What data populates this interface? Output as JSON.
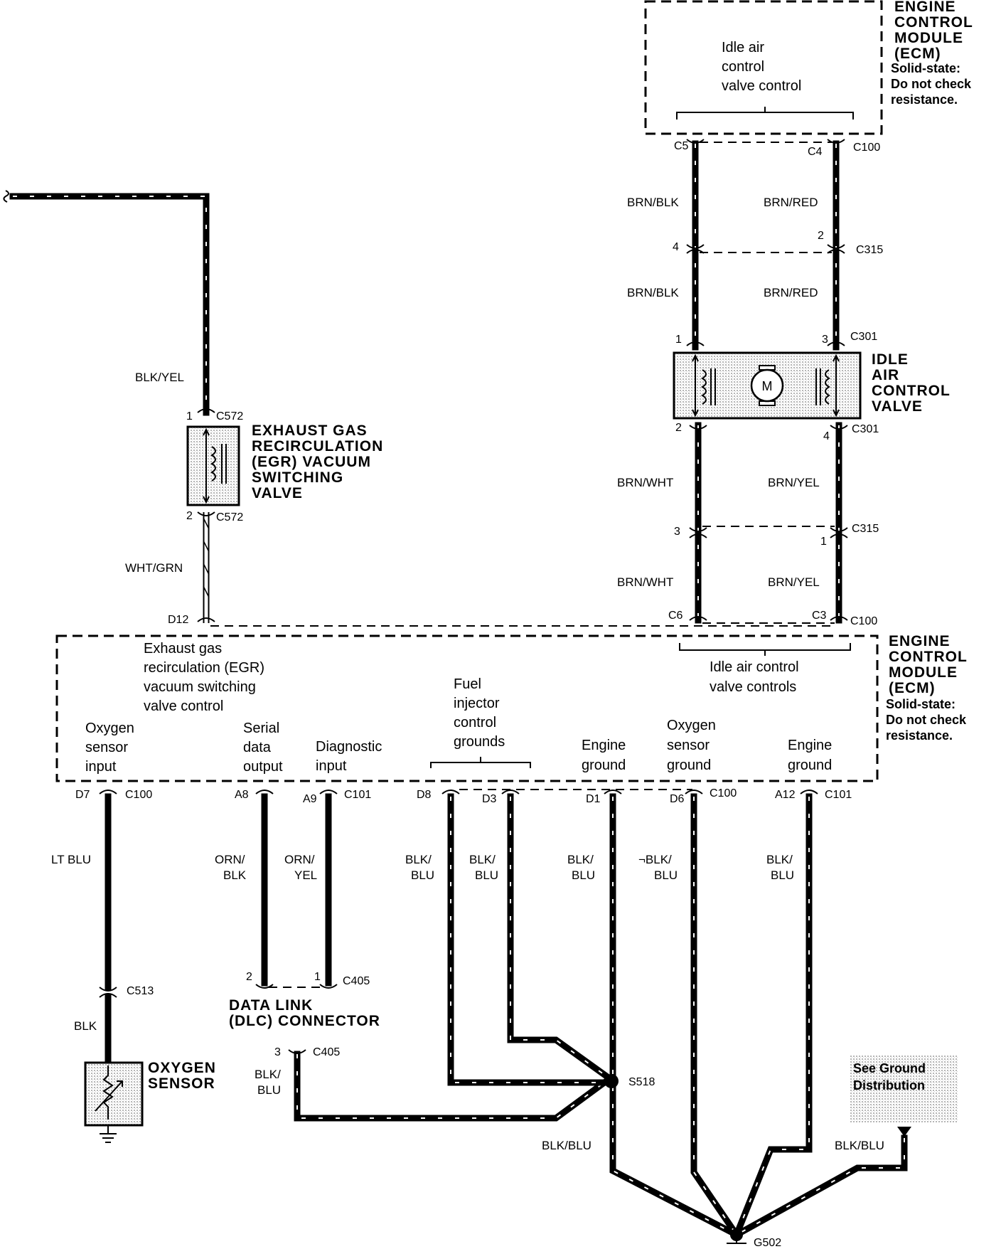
{
  "ecm_top": {
    "title_lines": [
      "ENGINE",
      "CONTROL",
      "MODULE"
    ],
    "abbr": "(ECM)",
    "note_lines": [
      "Solid-state:",
      "Do not check",
      "resistance."
    ],
    "function_lines": [
      "Idle air",
      "control",
      "valve control"
    ]
  },
  "ecm_bottom": {
    "title_lines": [
      "ENGINE",
      "CONTROL",
      "MODULE"
    ],
    "abbr": "(ECM)",
    "note_lines": [
      "Solid-state:",
      "Do not check",
      "resistance."
    ],
    "egr_function_lines": [
      "Exhaust gas",
      "recirculation (EGR)",
      "vacuum switching",
      "valve control"
    ],
    "iac_function_lines": [
      "Idle air control",
      "valve controls"
    ],
    "functions": [
      {
        "lines": [
          "Oxygen",
          "sensor",
          "input"
        ]
      },
      {
        "lines": [
          "Serial",
          "data",
          "output"
        ]
      },
      {
        "lines": [
          "Diagnostic",
          "input"
        ]
      },
      {
        "lines": [
          "Fuel",
          "injector",
          "control",
          "grounds"
        ]
      },
      {
        "lines": [
          "Engine",
          "ground"
        ]
      },
      {
        "lines": [
          "Oxygen",
          "sensor",
          "ground"
        ]
      },
      {
        "lines": [
          "Engine",
          "ground"
        ]
      }
    ]
  },
  "components": {
    "egr_valve_lines": [
      "EXHAUST GAS",
      "RECIRCULATION",
      "(EGR) VACUUM",
      "SWITCHING",
      "VALVE"
    ],
    "iac_valve_lines": [
      "IDLE",
      "AIR",
      "CONTROL",
      "VALVE"
    ],
    "iac_motor_letter": "M",
    "oxygen_sensor_lines": [
      "OXYGEN",
      "SENSOR"
    ],
    "dlc_lines": [
      "DATA LINK",
      "(DLC) CONNECTOR"
    ],
    "ground_note_lines": [
      "See Ground",
      "Distribution"
    ]
  },
  "wire_colors": {
    "blk_yel": "BLK/YEL",
    "wht_grn": "WHT/GRN",
    "brn_blk": "BRN/BLK",
    "brn_red": "BRN/RED",
    "brn_wht": "BRN/WHT",
    "brn_yel": "BRN/YEL",
    "lt_blu": "LT BLU",
    "blk": "BLK",
    "orn_blk": [
      "ORN/",
      "BLK"
    ],
    "orn_yel": [
      "ORN/",
      "YEL"
    ],
    "blk_blu_split": [
      "BLK/",
      "BLU"
    ],
    "blk_blu_split_marked": [
      "¬BLK/",
      "BLU"
    ],
    "blk_blu": "BLK/BLU"
  },
  "connectors": {
    "c100": "C100",
    "c101": "C101",
    "c315": "C315",
    "c301": "C301",
    "c572": "C572",
    "c513": "C513",
    "c405": "C405",
    "s518": "S518",
    "g502": "G502"
  },
  "pins": {
    "c5": "C5",
    "c4": "C4",
    "c6": "C6",
    "c3": "C3",
    "d12": "D12",
    "d7": "D7",
    "a8": "A8",
    "a9": "A9",
    "d8": "D8",
    "d3": "D3",
    "d1": "D1",
    "d6": "D6",
    "a12": "A12",
    "p1": "1",
    "p2": "2",
    "p3": "3",
    "p4": "4"
  }
}
